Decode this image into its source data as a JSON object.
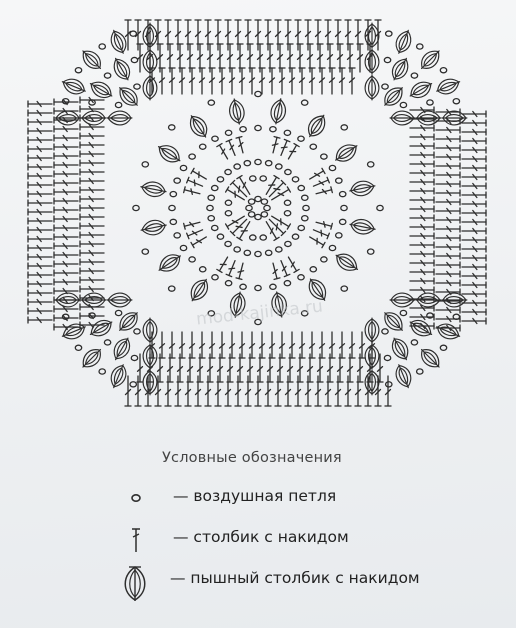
{
  "legend": {
    "title": "Условные обозначения",
    "items": [
      {
        "symbol": "chain-loop-icon",
        "text": "— воздушная петля"
      },
      {
        "symbol": "double-crochet-icon",
        "text": "— столбик с накидом"
      },
      {
        "symbol": "puff-stitch-icon",
        "text": "— пышный столбик с накидом"
      }
    ]
  },
  "watermark": "mod-kajinka.ru",
  "colors": {
    "ink": "#2e2e2e",
    "paper": "#f3f4f6"
  }
}
